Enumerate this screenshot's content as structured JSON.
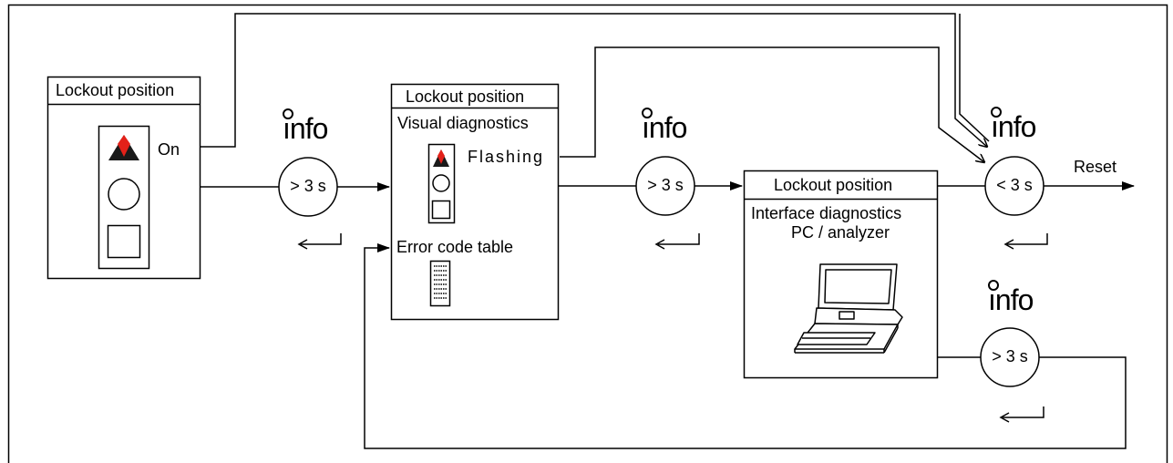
{
  "colors": {
    "line": "#000000",
    "indicator_red": "#e32119",
    "indicator_dark": "#1a1a1a",
    "background": "#ffffff"
  },
  "panel1": {
    "title": "Lockout position",
    "indicator_label": "On"
  },
  "panel2": {
    "title": "Lockout position",
    "subtitle": "Visual diagnostics",
    "indicator_label": "Flashing",
    "table_label": "Error code table"
  },
  "panel3": {
    "title": "Lockout position",
    "line1": "Interface diagnostics",
    "line2": "PC / analyzer",
    "icon": "laptop-icon"
  },
  "info_label": "nfo",
  "timers": {
    "t1": "> 3 s",
    "t2": "> 3 s",
    "t3": "< 3 s",
    "t4": "> 3 s"
  },
  "reset_label": "Reset"
}
